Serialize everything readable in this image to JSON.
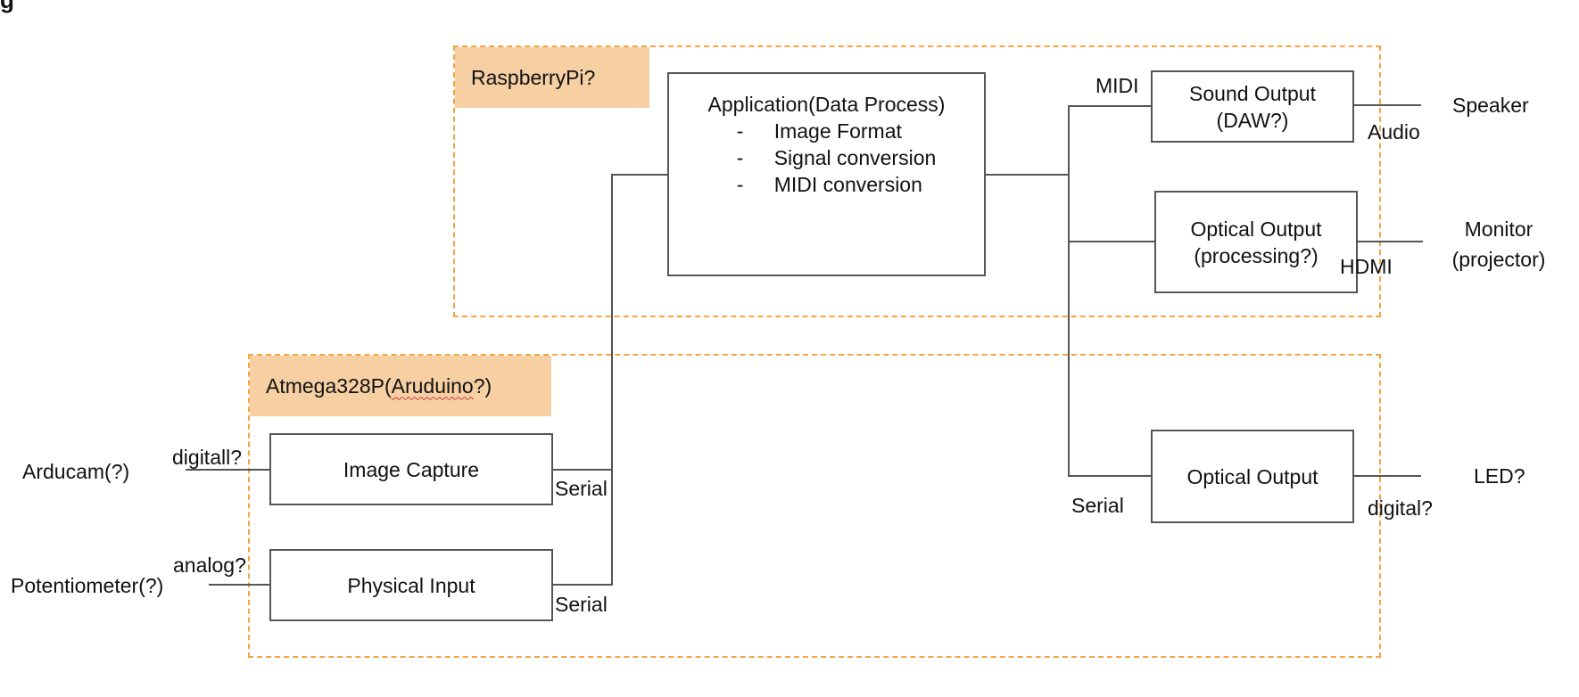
{
  "title_partial": "g",
  "groups": {
    "raspberry": {
      "label": "RaspberryPi?"
    },
    "atmega": {
      "label_prefix": "Atmega328P(",
      "label_squiggle": "Aruduino",
      "label_suffix": "?)"
    }
  },
  "blocks": {
    "application": {
      "title": "Application(Data Process)",
      "items": [
        "Image Format",
        "Signal conversion",
        "MIDI conversion"
      ],
      "bullet": "-"
    },
    "sound_output": {
      "line1": "Sound Output",
      "line2": "(DAW?)"
    },
    "optical_output_processing": {
      "line1": "Optical Output",
      "line2": "(processing?)"
    },
    "optical_output": {
      "line1": "Optical Output"
    },
    "image_capture": {
      "line1": "Image Capture"
    },
    "physical_input": {
      "line1": "Physical Input"
    }
  },
  "external": {
    "speaker": "Speaker",
    "monitor_line1": "Monitor",
    "monitor_line2": "(projector)",
    "led": "LED?",
    "arducam": "Arducam(?)",
    "potentiometer": "Potentiometer(?)"
  },
  "connections": {
    "midi": "MIDI",
    "audio": "Audio",
    "hdmi": "HDMI",
    "serial_out": "Serial",
    "digital_out": "digital?",
    "digital_in": "digitall?",
    "analog_in": "analog?",
    "serial_capture": "Serial",
    "serial_physical": "Serial"
  },
  "colors": {
    "group_border": "#f2a545",
    "group_label_bg": "#f6cfa3",
    "lines": "#555555"
  }
}
